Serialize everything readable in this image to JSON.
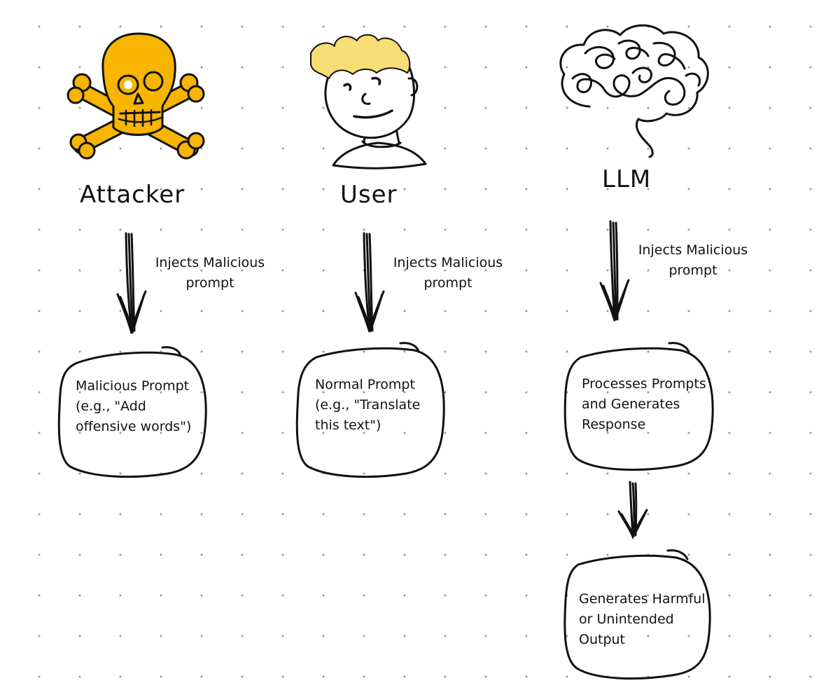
{
  "actors": {
    "attacker": {
      "label": "Attacker",
      "icon": "skull-crossbones-icon",
      "color": "#F7B500"
    },
    "user": {
      "label": "User",
      "icon": "person-face-icon",
      "hair_color": "#F7DD75"
    },
    "llm": {
      "label": "LLM",
      "icon": "brain-icon"
    }
  },
  "edge_labels": {
    "attacker_to_prompt": "Injects Malicious\nprompt",
    "user_to_prompt": "Injects Malicious\nprompt",
    "llm_to_process": "Injects Malicious\nprompt"
  },
  "nodes": {
    "malicious_prompt": "Malicious Prompt\n(e.g., \"Add\noffensive words\")",
    "normal_prompt": "Normal Prompt\n(e.g., \"Translate\nthis text\")",
    "process": "Processes Prompts\nand Generates\nResponse",
    "output": "Generates Harmful\nor Unintended\nOutput"
  },
  "colors": {
    "ink": "#111111",
    "skull": "#F7B500",
    "hair": "#F7DD75",
    "grid_dot": "#9a9a9a"
  }
}
